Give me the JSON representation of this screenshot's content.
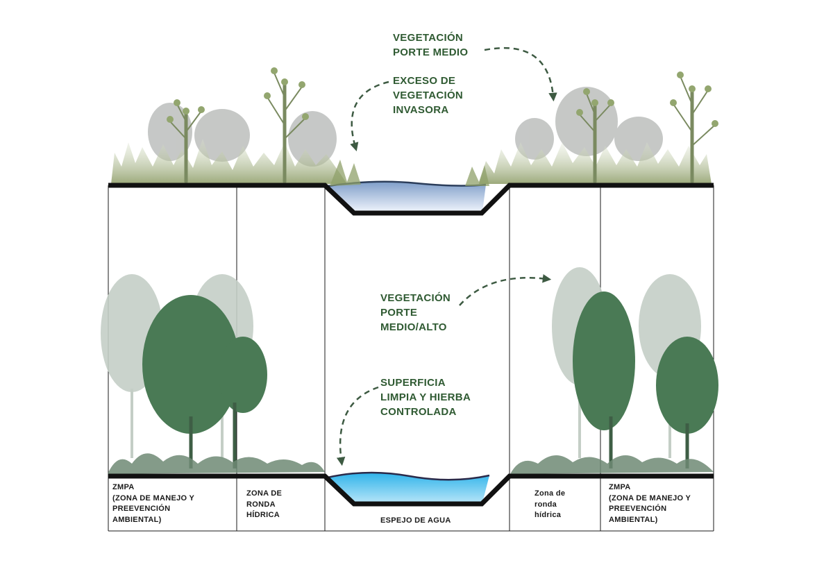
{
  "annotations": {
    "top_medium": "VEGETACIÓN\nPORTE MEDIO",
    "top_invasive": "EXCESO DE\nVEGETACIÓN\nINVASORA",
    "bottom_medium_high": "VEGETACIÓN\nPORTE\nMEDIO/ALTO",
    "bottom_clean": "SUPERFICIA\nLIMPIA Y HIERBA\nCONTROLADA"
  },
  "zones": {
    "zmpa_left": "ZMPA\n(ZONA DE MANEJO Y\nPREEVENCIÓN\nAMBIENTAL)",
    "ronda_left": "ZONA DE\nRONDA\nHÍDRICA",
    "water": "ESPEJO DE AGUA",
    "ronda_right": "Zona de\nronda\nhídrica",
    "zmpa_right": "ZMPA\n(ZONA DE MANEJO Y\nPREEVENCIÓN\nAMBIENTAL)"
  },
  "colors": {
    "ground": "#111111",
    "annotation_text": "#2f5a32",
    "arrow": "#3d5a42",
    "tree_dark": "#4a7a55",
    "tree_faded": "#b9c7bd",
    "water_top_state": "#a9c4e2",
    "water_bottom_state": "#4fc1ef"
  }
}
